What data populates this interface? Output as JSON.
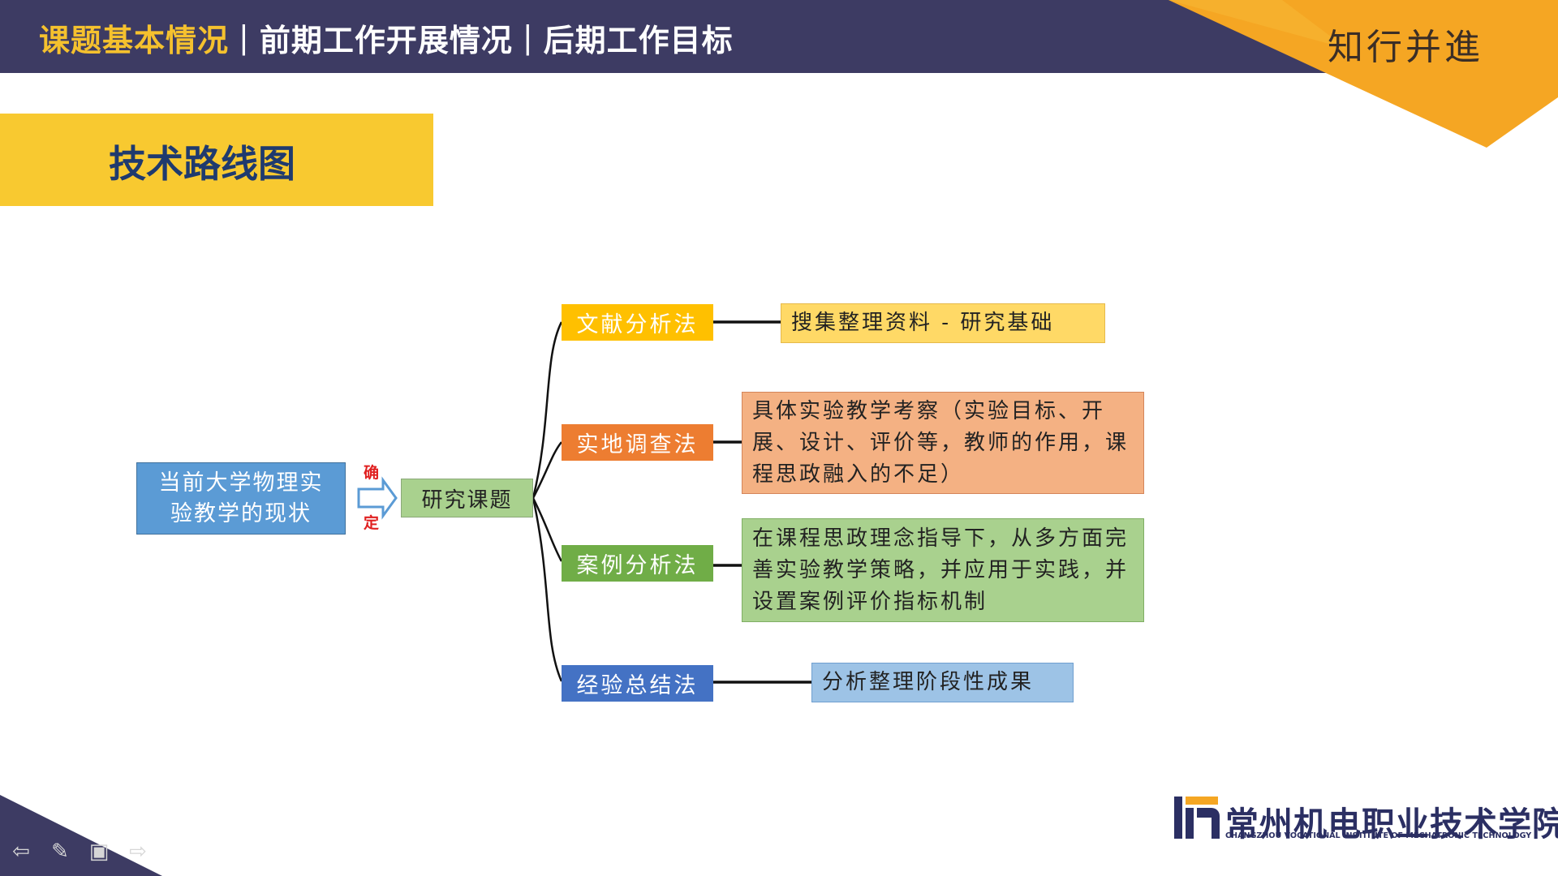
{
  "header": {
    "tabs": [
      {
        "label": "课题基本情况",
        "active": true
      },
      {
        "label": "前期工作开展情况",
        "active": false
      },
      {
        "label": "后期工作目标",
        "active": false
      }
    ],
    "separator": "|",
    "motto": "知行并進"
  },
  "section_title": "技术路线图",
  "diagram": {
    "source": "当前大学物理实验教学的现状",
    "arrow_top_char": "确",
    "arrow_bottom_char": "定",
    "topic": "研究课题",
    "methods": [
      {
        "label": "文献分析法",
        "color": "#ffc000",
        "description": "搜集整理资料 - 研究基础",
        "desc_color": "#ffd966"
      },
      {
        "label": "实地调查法",
        "color": "#ed7d31",
        "description": "具体实验教学考察（实验目标、开展、设计、评价等，教师的作用，课程思政融入的不足）",
        "desc_color": "#f4b183"
      },
      {
        "label": "案例分析法",
        "color": "#70ad47",
        "description": "在课程思政理念指导下，从多方面完善实验教学策略，并应用于实践，并设置案例评价指标机制",
        "desc_color": "#a9d18e"
      },
      {
        "label": "经验总结法",
        "color": "#4472c4",
        "description": "分析整理阶段性成果",
        "desc_color": "#9dc3e6"
      }
    ]
  },
  "logo": {
    "name_cn": "常州机电职业技术学院",
    "name_en": "CHANGZHOU VOCATIONAL INSTITUTE OF MECHATRONIC TECHNOLOGY"
  },
  "nav_icons": [
    "back-arrow-icon",
    "pen-icon",
    "screen-icon",
    "forward-arrow-icon"
  ],
  "colors": {
    "header_bg": "#3d3b63",
    "accent_yellow": "#f8c930",
    "corner_orange": "#f5a623",
    "source_blue": "#5b9bd5",
    "topic_green": "#a9d18e"
  }
}
